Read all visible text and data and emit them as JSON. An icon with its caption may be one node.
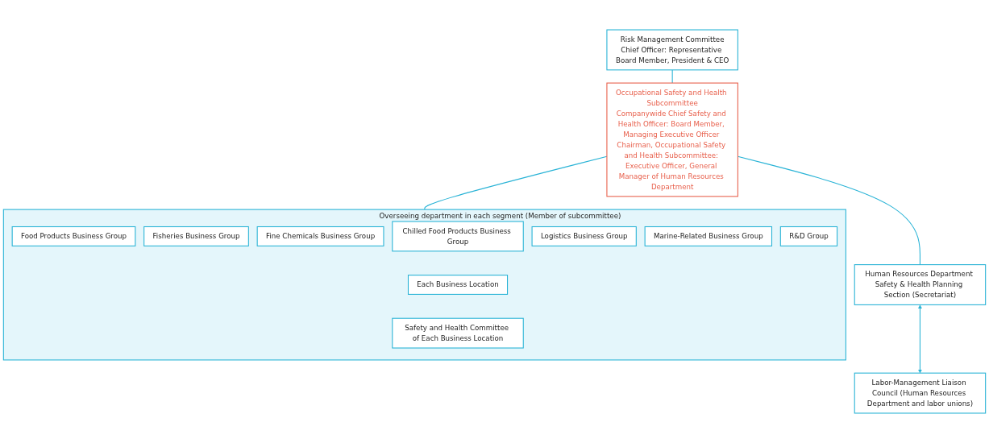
{
  "diagram": {
    "nodes": [
      {
        "text": [
          "Risk Management Committee",
          "Chief Officer: Representative Board Member, President & CEO"
        ]
      },
      {
        "text": [
          "Occupational Safety and Health Subcommittee",
          "Companywide Chief Safety and Health Officer: Board Member, Managing Executive Officer Chairman, Occupational Safety and Health Subcommittee: Executive Officer, General Manager of Human Resources Department"
        ]
      },
      {
        "text": [
          "Human Resources Department Safety & Health Planning Section (Secretariat)"
        ]
      },
      {
        "text": [
          "Labor-Management Liaison Council (Human Resources Department and labor unions)"
        ]
      },
      {
        "text": [
          "Overseeing department in each segment (Member of subcommittee)"
        ]
      },
      {
        "text": [
          "Food Products Business Group"
        ],
        "in": 4
      },
      {
        "text": [
          "Fisheries Business Group"
        ],
        "in": 4
      },
      {
        "text": [
          "Fine Chemicals Business Group"
        ],
        "in": 4
      },
      {
        "text": [
          "Chilled Food Products Business Group"
        ],
        "in": 4
      },
      {
        "text": [
          "Logistics Business Group"
        ],
        "in": 4
      },
      {
        "text": [
          "Marine-Related Business Group"
        ],
        "in": 4
      },
      {
        "text": [
          "R&D Group"
        ],
        "in": 4
      },
      {
        "text": [
          "Each Business Location"
        ],
        "in": 4
      },
      {
        "text": [
          "Safety and Health Committee of Each Business Location"
        ],
        "in": 4
      }
    ],
    "edges": [
      {
        "from": 0,
        "to": 1,
        "arrow": "none"
      },
      {
        "from": 1,
        "to": 2,
        "arrow": "none"
      },
      {
        "from": 2,
        "to": 3,
        "arrow": "both"
      },
      {
        "from": 1,
        "to": 4,
        "arrow": "none"
      }
    ]
  }
}
